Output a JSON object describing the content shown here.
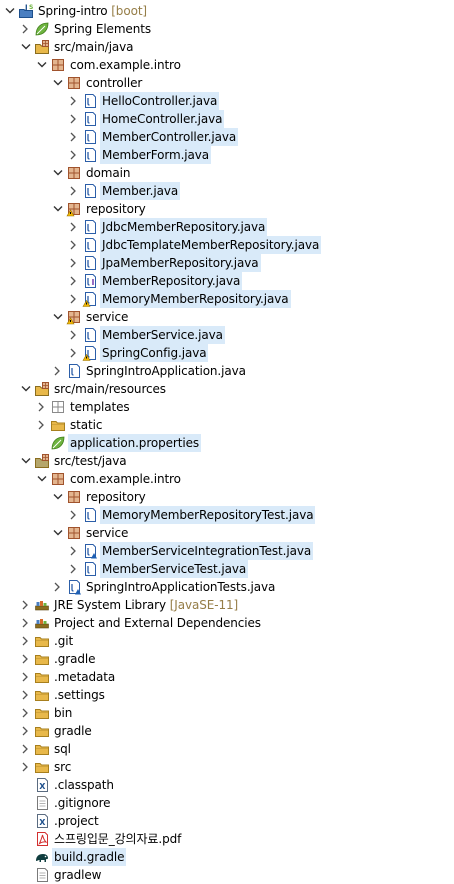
{
  "tree": [
    {
      "level": 0,
      "twisty": "expanded",
      "icon": "gradle-project-icon",
      "label": "Spring-intro",
      "decoration": "[boot]"
    },
    {
      "level": 1,
      "twisty": "collapsed",
      "icon": "spring-leaf-icon",
      "label": "Spring Elements"
    },
    {
      "level": 1,
      "twisty": "expanded",
      "icon": "source-folder-icon",
      "label": "src/main/java"
    },
    {
      "level": 2,
      "twisty": "expanded",
      "icon": "package-icon",
      "label": "com.example.intro"
    },
    {
      "level": 3,
      "twisty": "expanded",
      "icon": "package-icon",
      "label": "controller"
    },
    {
      "level": 4,
      "twisty": "collapsed",
      "icon": "java-file-icon",
      "label": "HelloController.java",
      "selected": true
    },
    {
      "level": 4,
      "twisty": "collapsed",
      "icon": "java-file-icon",
      "label": "HomeController.java",
      "selected": true
    },
    {
      "level": 4,
      "twisty": "collapsed",
      "icon": "java-file-icon",
      "label": "MemberController.java",
      "selected": true
    },
    {
      "level": 4,
      "twisty": "collapsed",
      "icon": "java-file-icon",
      "label": "MemberForm.java",
      "selected": true
    },
    {
      "level": 3,
      "twisty": "expanded",
      "icon": "package-icon",
      "label": "domain"
    },
    {
      "level": 4,
      "twisty": "collapsed",
      "icon": "java-file-icon",
      "label": "Member.java",
      "selected": true
    },
    {
      "level": 3,
      "twisty": "expanded",
      "icon": "package-warning-icon",
      "label": "repository"
    },
    {
      "level": 4,
      "twisty": "collapsed",
      "icon": "java-file-icon",
      "label": "JdbcMemberRepository.java",
      "selected": true
    },
    {
      "level": 4,
      "twisty": "collapsed",
      "icon": "java-file-icon",
      "label": "JdbcTemplateMemberRepository.java",
      "selected": true
    },
    {
      "level": 4,
      "twisty": "collapsed",
      "icon": "java-file-icon",
      "label": "JpaMemberRepository.java",
      "selected": true
    },
    {
      "level": 4,
      "twisty": "collapsed",
      "icon": "java-interface-icon",
      "label": "MemberRepository.java",
      "selected": true
    },
    {
      "level": 4,
      "twisty": "collapsed",
      "icon": "java-file-warning-icon",
      "label": "MemoryMemberRepository.java",
      "selected": true
    },
    {
      "level": 3,
      "twisty": "expanded",
      "icon": "package-warning-icon",
      "label": "service"
    },
    {
      "level": 4,
      "twisty": "collapsed",
      "icon": "java-file-icon",
      "label": "MemberService.java",
      "selected": true
    },
    {
      "level": 4,
      "twisty": "collapsed",
      "icon": "java-file-warning-icon",
      "label": "SpringConfig.java",
      "selected": true
    },
    {
      "level": 3,
      "twisty": "collapsed",
      "icon": "java-file-icon",
      "label": "SpringIntroApplication.java"
    },
    {
      "level": 1,
      "twisty": "expanded",
      "icon": "source-folder-icon",
      "label": "src/main/resources"
    },
    {
      "level": 2,
      "twisty": "collapsed",
      "icon": "package-empty-icon",
      "label": "templates"
    },
    {
      "level": 2,
      "twisty": "collapsed",
      "icon": "folder-icon",
      "label": "static"
    },
    {
      "level": 2,
      "twisty": "none",
      "icon": "spring-properties-icon",
      "label": "application.properties",
      "selected": true
    },
    {
      "level": 1,
      "twisty": "expanded",
      "icon": "test-source-folder-icon",
      "label": "src/test/java"
    },
    {
      "level": 2,
      "twisty": "expanded",
      "icon": "package-icon",
      "label": "com.example.intro"
    },
    {
      "level": 3,
      "twisty": "expanded",
      "icon": "package-icon",
      "label": "repository"
    },
    {
      "level": 4,
      "twisty": "collapsed",
      "icon": "java-file-icon",
      "label": "MemoryMemberRepositoryTest.java",
      "selected": true
    },
    {
      "level": 3,
      "twisty": "expanded",
      "icon": "package-icon",
      "label": "service"
    },
    {
      "level": 4,
      "twisty": "collapsed",
      "icon": "java-test-file-icon",
      "label": "MemberServiceIntegrationTest.java",
      "selected": true
    },
    {
      "level": 4,
      "twisty": "collapsed",
      "icon": "java-file-icon",
      "label": "MemberServiceTest.java",
      "selected": true
    },
    {
      "level": 3,
      "twisty": "collapsed",
      "icon": "java-test-file-icon",
      "label": "SpringIntroApplicationTests.java"
    },
    {
      "level": 1,
      "twisty": "collapsed",
      "icon": "library-icon",
      "label": "JRE System Library",
      "decoration": "[JavaSE-11]"
    },
    {
      "level": 1,
      "twisty": "collapsed",
      "icon": "library-icon",
      "label": "Project and External Dependencies"
    },
    {
      "level": 1,
      "twisty": "collapsed",
      "icon": "folder-icon",
      "label": ".git"
    },
    {
      "level": 1,
      "twisty": "collapsed",
      "icon": "folder-icon",
      "label": ".gradle"
    },
    {
      "level": 1,
      "twisty": "collapsed",
      "icon": "folder-icon",
      "label": ".metadata"
    },
    {
      "level": 1,
      "twisty": "collapsed",
      "icon": "folder-icon",
      "label": ".settings"
    },
    {
      "level": 1,
      "twisty": "collapsed",
      "icon": "folder-icon",
      "label": "bin"
    },
    {
      "level": 1,
      "twisty": "collapsed",
      "icon": "folder-icon",
      "label": "gradle"
    },
    {
      "level": 1,
      "twisty": "collapsed",
      "icon": "folder-icon",
      "label": "sql"
    },
    {
      "level": 1,
      "twisty": "collapsed",
      "icon": "folder-icon",
      "label": "src"
    },
    {
      "level": 1,
      "twisty": "none",
      "icon": "xml-file-icon",
      "label": ".classpath"
    },
    {
      "level": 1,
      "twisty": "none",
      "icon": "text-file-icon",
      "label": ".gitignore"
    },
    {
      "level": 1,
      "twisty": "none",
      "icon": "xml-file-icon",
      "label": ".project"
    },
    {
      "level": 1,
      "twisty": "none",
      "icon": "pdf-file-icon",
      "label": "스프링입문_강의자료.pdf"
    },
    {
      "level": 1,
      "twisty": "none",
      "icon": "gradle-elephant-icon",
      "label": "build.gradle",
      "selected": true
    },
    {
      "level": 1,
      "twisty": "none",
      "icon": "text-file-icon",
      "label": "gradlew"
    }
  ],
  "colors": {
    "selection": "#d9eaf9",
    "decoration": "#957d47",
    "package": "#a0532d",
    "folder": "#e8b84a",
    "java_blue": "#2c5ea8",
    "spring_green": "#6db33f",
    "warning": "#f2b705",
    "pdf_red": "#d32f2f"
  }
}
